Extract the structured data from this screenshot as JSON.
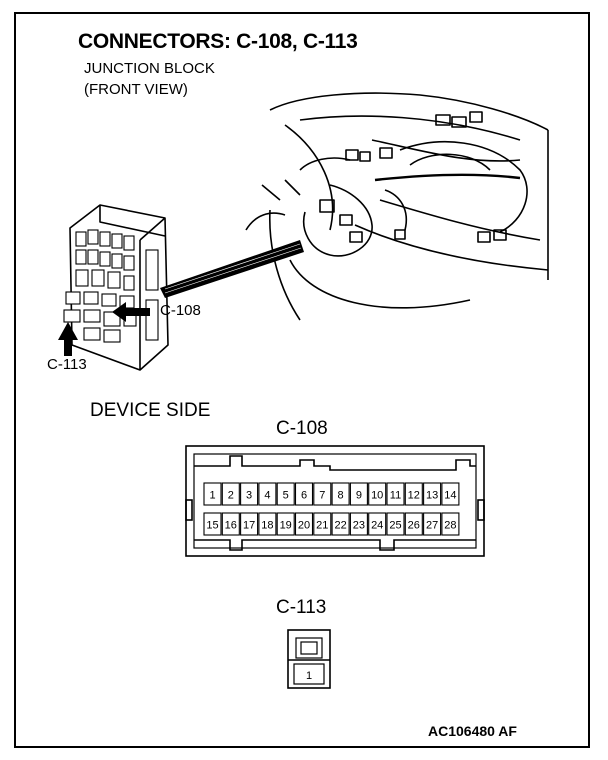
{
  "title": "CONNECTORS: C-108, C-113",
  "subtitle_line1": "JUNCTION BLOCK",
  "subtitle_line2": "(FRONT VIEW)",
  "callouts": {
    "c108": "C-108",
    "c113": "C-113"
  },
  "device_side": "DEVICE SIDE",
  "connector_c108": {
    "label": "C-108",
    "row_top": [
      "1",
      "2",
      "3",
      "4",
      "5",
      "6",
      "7",
      "8",
      "9",
      "10",
      "11",
      "12",
      "13",
      "14"
    ],
    "row_bottom": [
      "15",
      "16",
      "17",
      "18",
      "19",
      "20",
      "21",
      "22",
      "23",
      "24",
      "25",
      "26",
      "27",
      "28"
    ]
  },
  "connector_c113": {
    "label": "C-113",
    "pins": [
      "1"
    ]
  },
  "doc_id": "AC106480 AF"
}
